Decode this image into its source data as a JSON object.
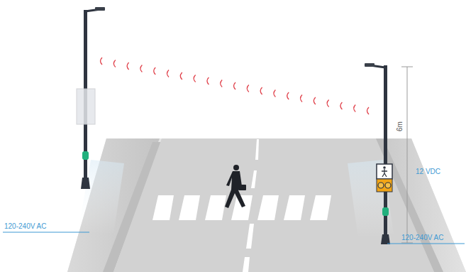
{
  "diagram": {
    "labels": [
      "6m",
      "12 VDC",
      "120-240V AC",
      "120-240V AC"
    ]
  }
}
